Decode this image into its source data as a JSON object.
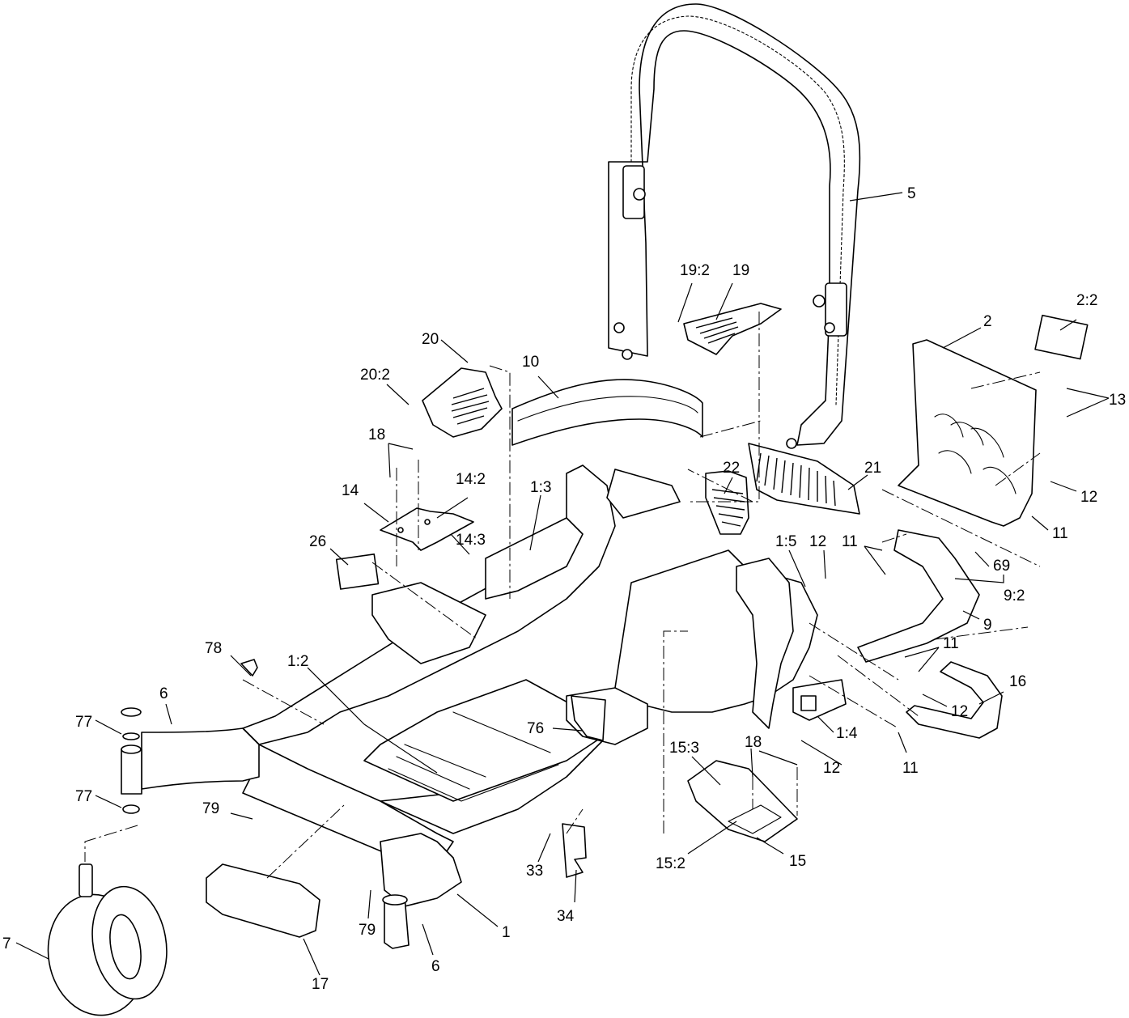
{
  "callouts": [
    {
      "id": "c5",
      "label": "5"
    },
    {
      "id": "c19-2",
      "label": "19:2"
    },
    {
      "id": "c19",
      "label": "19"
    },
    {
      "id": "c2-2",
      "label": "2:2"
    },
    {
      "id": "c2",
      "label": "2"
    },
    {
      "id": "c13",
      "label": "13"
    },
    {
      "id": "c20",
      "label": "20"
    },
    {
      "id": "c10",
      "label": "10"
    },
    {
      "id": "c20-2",
      "label": "20:2"
    },
    {
      "id": "c18a",
      "label": "18"
    },
    {
      "id": "c12a",
      "label": "12"
    },
    {
      "id": "c14-2",
      "label": "14:2"
    },
    {
      "id": "c1-3",
      "label": "1:3"
    },
    {
      "id": "c22",
      "label": "22"
    },
    {
      "id": "c21",
      "label": "21"
    },
    {
      "id": "c14",
      "label": "14"
    },
    {
      "id": "c11a",
      "label": "11"
    },
    {
      "id": "c14-3",
      "label": "14:3"
    },
    {
      "id": "c26",
      "label": "26"
    },
    {
      "id": "c1-5",
      "label": "1:5"
    },
    {
      "id": "c12b",
      "label": "12"
    },
    {
      "id": "c11b",
      "label": "11"
    },
    {
      "id": "c69",
      "label": "69"
    },
    {
      "id": "c9-2",
      "label": "9:2"
    },
    {
      "id": "c9",
      "label": "9"
    },
    {
      "id": "c78",
      "label": "78"
    },
    {
      "id": "c11c",
      "label": "11"
    },
    {
      "id": "c1-2",
      "label": "1:2"
    },
    {
      "id": "c16",
      "label": "16"
    },
    {
      "id": "c6a",
      "label": "6"
    },
    {
      "id": "c12c",
      "label": "12"
    },
    {
      "id": "c77a",
      "label": "77"
    },
    {
      "id": "c76",
      "label": "76"
    },
    {
      "id": "c1-4",
      "label": "1:4"
    },
    {
      "id": "c18b",
      "label": "18"
    },
    {
      "id": "c15-3",
      "label": "15:3"
    },
    {
      "id": "c11d",
      "label": "11"
    },
    {
      "id": "c12d",
      "label": "12"
    },
    {
      "id": "c77b",
      "label": "77"
    },
    {
      "id": "c79a",
      "label": "79"
    },
    {
      "id": "c33",
      "label": "33"
    },
    {
      "id": "c15-2",
      "label": "15:2"
    },
    {
      "id": "c15",
      "label": "15"
    },
    {
      "id": "c34",
      "label": "34"
    },
    {
      "id": "c1",
      "label": "1"
    },
    {
      "id": "c79b",
      "label": "79"
    },
    {
      "id": "c6b",
      "label": "6"
    },
    {
      "id": "c7",
      "label": "7"
    },
    {
      "id": "c17",
      "label": "17"
    }
  ]
}
